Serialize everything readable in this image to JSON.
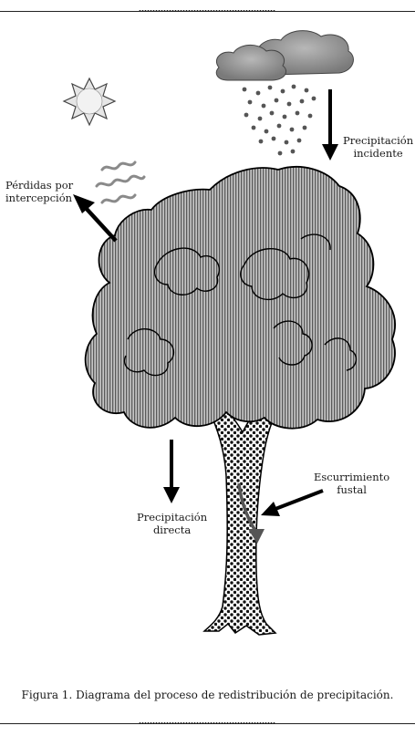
{
  "labels": {
    "interception_l1": "Pérdidas por",
    "interception_l2": "intercepción",
    "incident_l1": "Precipitación",
    "incident_l2": "incidente",
    "direct_l1": "Precipitación",
    "direct_l2": "directa",
    "stemflow_l1": "Escurrimiento",
    "stemflow_l2": "fustal"
  },
  "caption": "Figura 1. Diagrama del proceso de redistribución de precipitación.",
  "colors": {
    "ink": "#1a1a1a",
    "canopy_fill": "#a8a8a8",
    "cloud_fill": "#9a9a9a",
    "sun_fill": "#e0e0e0",
    "arrow": "#000000"
  },
  "icons": [
    "sun-icon",
    "cloud-icon",
    "rain-drops",
    "vapor-wisps",
    "tree-canopy",
    "tree-trunk"
  ]
}
